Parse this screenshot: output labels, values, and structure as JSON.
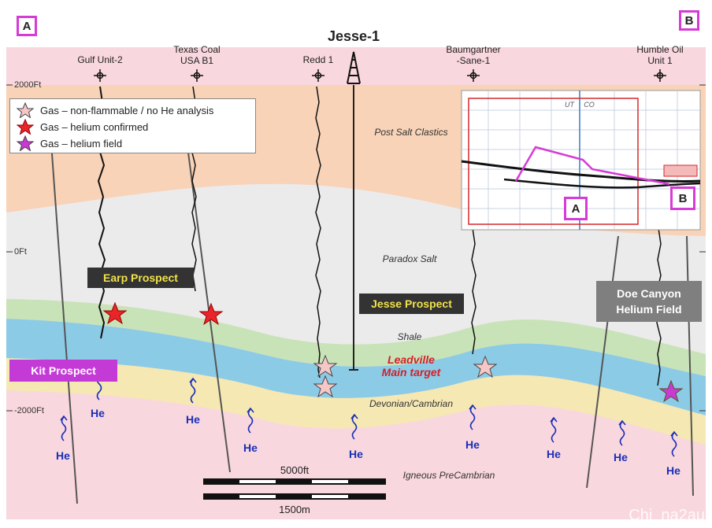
{
  "corners": {
    "left": "A",
    "right": "B"
  },
  "title": "Jesse-1",
  "wells": [
    {
      "name": "Gulf Unit-2"
    },
    {
      "name": "Texas Coal\nUSA B1"
    },
    {
      "name": "Redd 1"
    },
    {
      "name": "Baumgartner\n-Sane-1"
    },
    {
      "name": "Humble Oil\nUnit 1"
    }
  ],
  "depths": [
    "2000Ft",
    "0Ft",
    "-2000Ft"
  ],
  "legend": [
    {
      "label": "Gas – non-flammable / no He analysis",
      "color": "#f6c7c7"
    },
    {
      "label": "Gas – helium confirmed",
      "color": "#e8262a"
    },
    {
      "label": "Gas – helium field",
      "color": "#c93ad4"
    }
  ],
  "layers": {
    "post_salt": "Post Salt Clastics",
    "paradox": "Paradox Salt",
    "shale": "Shale",
    "leadville": "Leadville\nMain target",
    "devonian": "Devonian/Cambrian",
    "igneous": "Igneous PreCambrian"
  },
  "prospects": {
    "earp": "Earp Prospect",
    "jesse": "Jesse Prospect",
    "kit": "Kit Prospect",
    "doe": "Doe Canyon\nHelium Field"
  },
  "helium_label": "He",
  "scale": {
    "feet": "5000ft",
    "meters": "1500m"
  },
  "inset_map": {
    "state_left": "UT",
    "state_right": "CO",
    "point_a": "A",
    "point_b": "B"
  },
  "watermark": "Chi_na2au",
  "colors": {
    "post_salt": "#f8d3b8",
    "paradox": "#ebebeb",
    "shale": "#c9e3b8",
    "leadville": "#8ccbe6",
    "devonian": "#f5e8b3",
    "igneous": "#f9d7de",
    "magenta": "#d63bd6",
    "he_blue": "#1a2fb8",
    "leadville_text": "#d3202a"
  }
}
